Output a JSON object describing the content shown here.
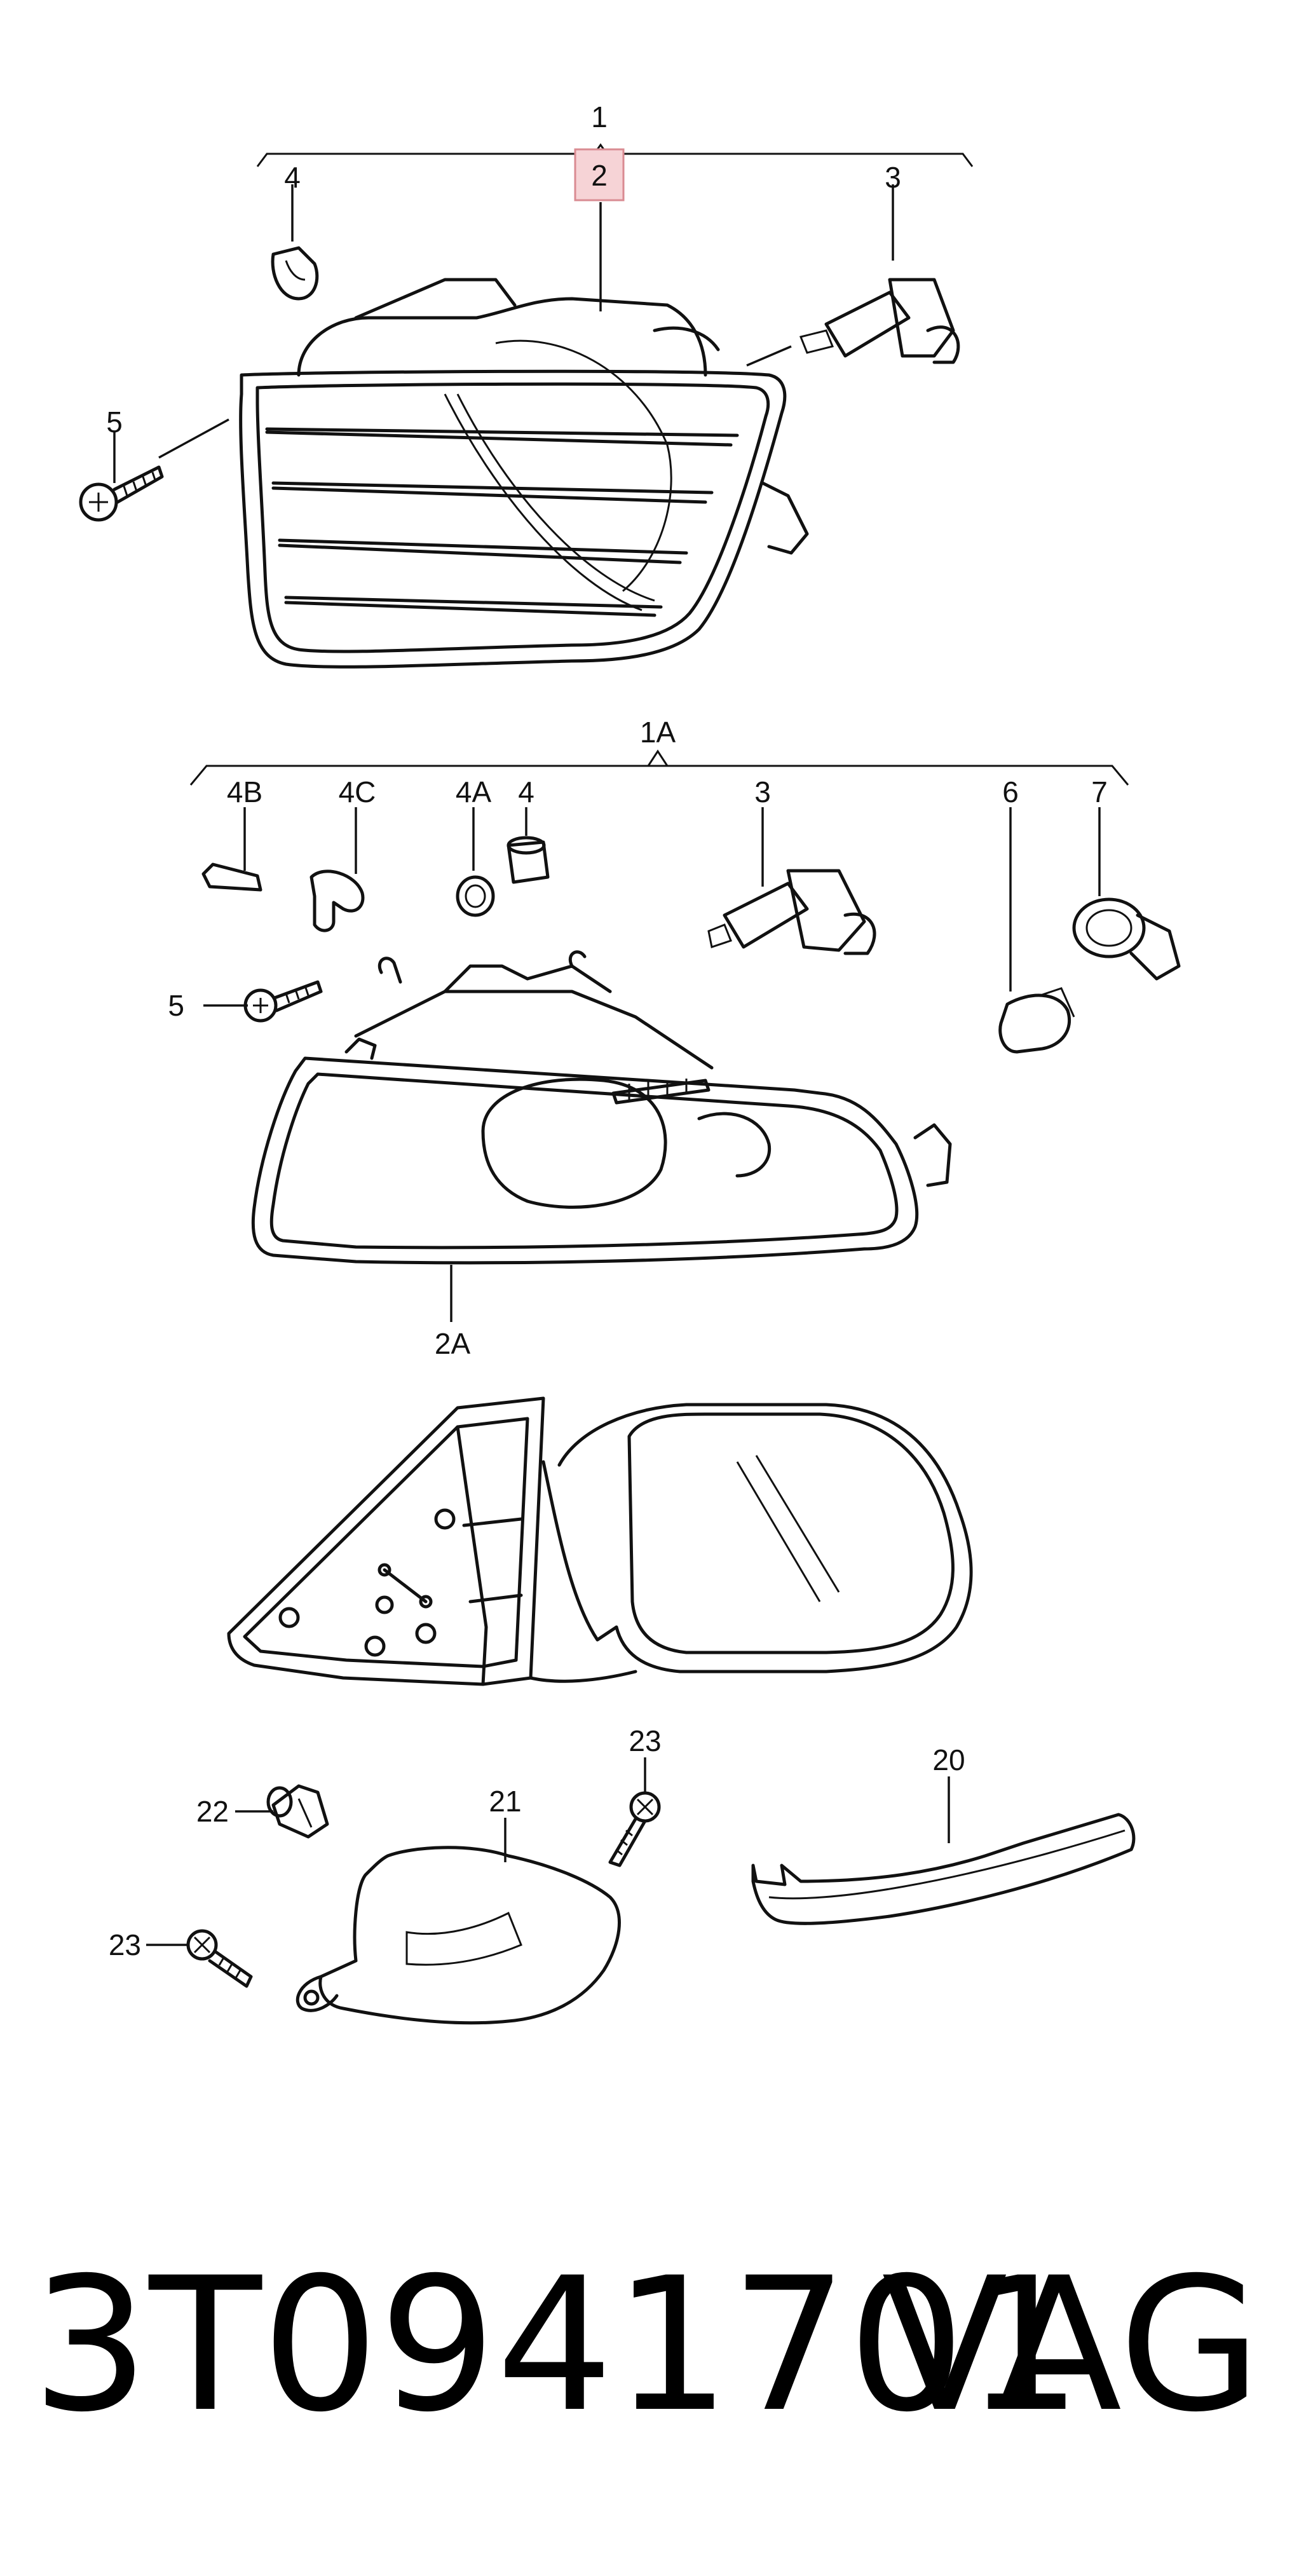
{
  "callouts": {
    "c1": "1",
    "c2": "2",
    "c3_top": "3",
    "c4_top": "4",
    "c5_top": "5",
    "c1A": "1A",
    "c4B": "4B",
    "c4C": "4C",
    "c4A": "4A",
    "c4_mid": "4",
    "c3_mid": "3",
    "c6": "6",
    "c7": "7",
    "c5_mid": "5",
    "c2A": "2A",
    "c20": "20",
    "c21": "21",
    "c22": "22",
    "c23_a": "23",
    "c23_b": "23"
  },
  "footer": {
    "part_number": "3T0941701",
    "brand": "VAG"
  },
  "colors": {
    "line": "#111111",
    "highlight_fill": "#f6d3d6",
    "highlight_stroke": "#d98b92"
  }
}
